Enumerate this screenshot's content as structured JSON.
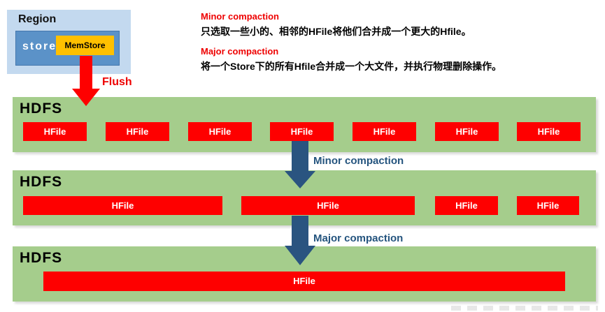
{
  "colors": {
    "band_green": "#A5CD8C",
    "hfile_red": "#FE0000",
    "arrow_blue": "#2A5480",
    "region_fill": "#C3D9EF",
    "store_fill": "#5B92C8",
    "memstore_fill": "#FFC000",
    "heading_red": "#EE0000",
    "arrow_label_blue": "#24547E"
  },
  "region": {
    "title": "Region",
    "store_label": "store",
    "memstore_label": "MemStore",
    "flush_label": "Flush"
  },
  "legend": {
    "minor_title": "Minor compaction",
    "minor_desc": "只选取一些小的、相邻的HFile将他们合并成一个更大的Hfile。",
    "major_title": "Major compaction",
    "major_desc": "将一个Store下的所有Hfile合并成一个大文件，并执行物理删除操作。"
  },
  "arrows": {
    "minor_label": "Minor compaction",
    "major_label": "Major compaction"
  },
  "bands": [
    {
      "label": "HDFS",
      "files": [
        "HFile",
        "HFile",
        "HFile",
        "HFile",
        "HFile",
        "HFile",
        "HFile"
      ]
    },
    {
      "label": "HDFS",
      "files": [
        "HFile",
        "HFile",
        "HFile",
        "HFile"
      ]
    },
    {
      "label": "HDFS",
      "files": [
        "HFile"
      ]
    }
  ]
}
